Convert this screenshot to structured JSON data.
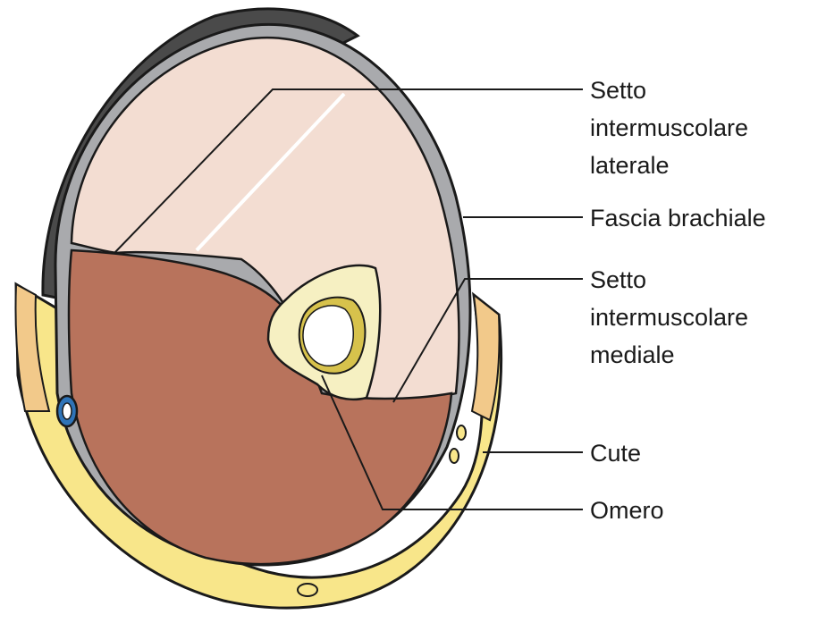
{
  "labels": {
    "lateral_septum": [
      "Setto",
      "intermuscolare",
      "laterale"
    ],
    "brachial_fascia": "Fascia brachiale",
    "medial_septum": [
      "Setto",
      "intermuscolare",
      "mediale"
    ],
    "skin": "Cute",
    "humerus": "Omero"
  },
  "colors": {
    "outline": "#1a1a1a",
    "skin_yellow": "#f8e68a",
    "skin_edge_orange": "#f2c98a",
    "fascia_gray": "#a9aaad",
    "dark_rim": "#4a4a4a",
    "anterior_compartment": "#f3ddd2",
    "posterior_compartment": "#b8735c",
    "bone_cortex": "#f6f0c2",
    "bone_marrow_ring": "#d7c24c",
    "marrow_cavity": "#ffffff",
    "vessel_blue": "#2f74b8"
  }
}
